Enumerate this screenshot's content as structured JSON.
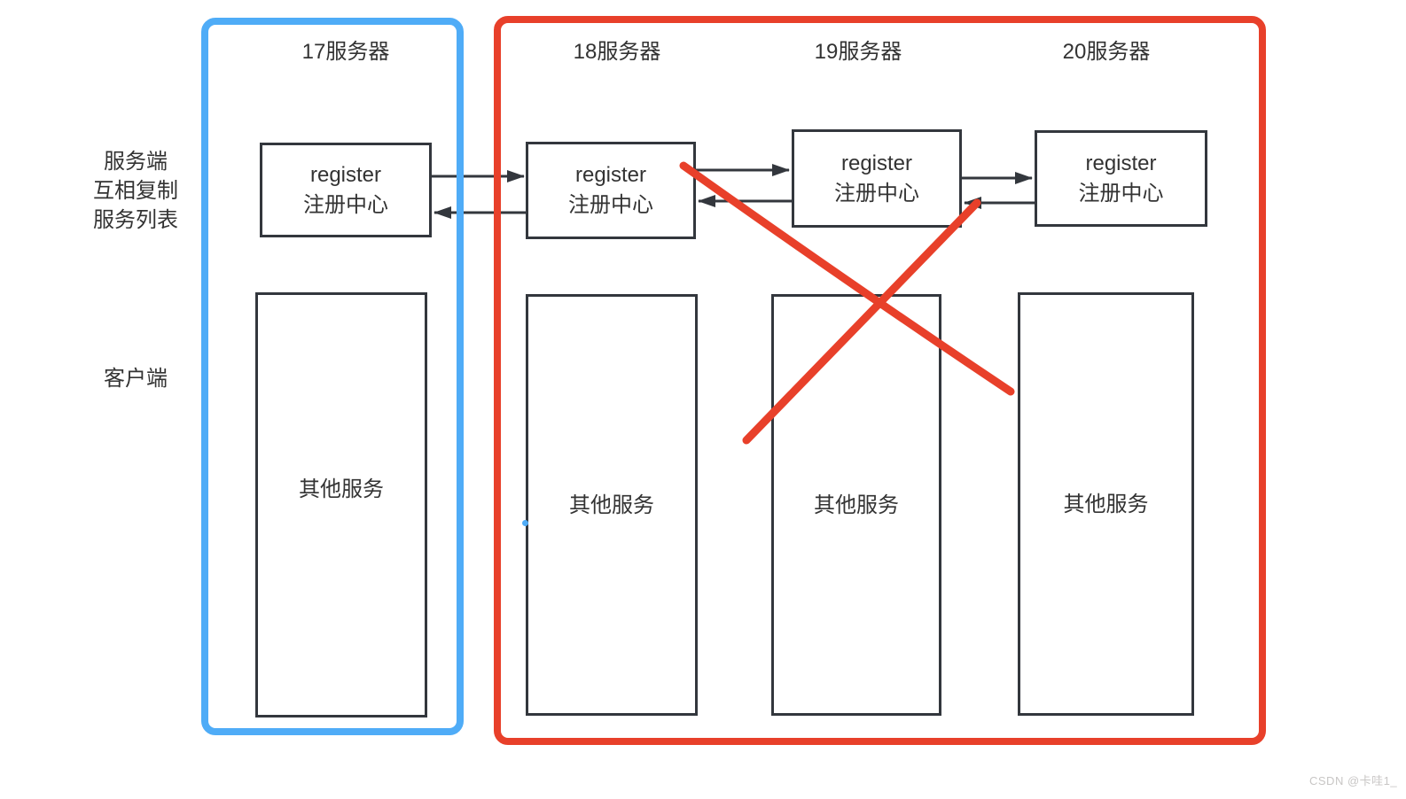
{
  "colors": {
    "blue_frame": "#4FACF7",
    "red_frame": "#E8402A",
    "diagram_line": "#33373D",
    "text": "#333333",
    "watermark": "#C8C6C5",
    "box_background": "#FFFFFF"
  },
  "side_labels": {
    "server_line1": "服务端",
    "server_line2": "互相复制",
    "server_line3": "服务列表",
    "client": "客户端"
  },
  "columns": [
    {
      "header": "17服务器",
      "register_line1": "register",
      "register_line2": "注册中心",
      "services": "其他服务"
    },
    {
      "header": "18服务器",
      "register_line1": "register",
      "register_line2": "注册中心",
      "services": "其他服务"
    },
    {
      "header": "19服务器",
      "register_line1": "register",
      "register_line2": "注册中心",
      "services": "其他服务"
    },
    {
      "header": "20服务器",
      "register_line1": "register",
      "register_line2": "注册中心",
      "services": "其他服务"
    }
  ],
  "watermark": "CSDN @卡哇1_"
}
